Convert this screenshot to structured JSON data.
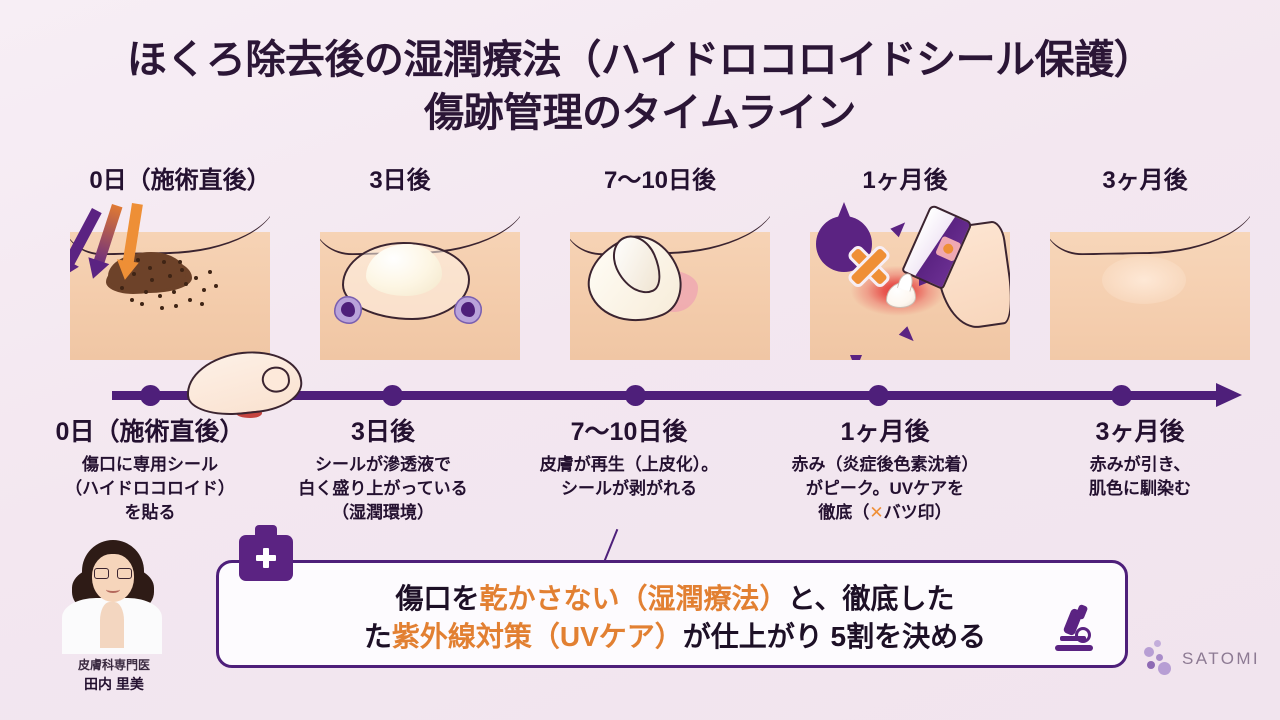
{
  "title": {
    "line1": "ほくろ除去後の湿潤療法（ハイドロコロイドシール保護）",
    "line2": "傷跡管理のタイムライン"
  },
  "colors": {
    "background": "#f3e7f0",
    "primary_purple": "#4e1f7a",
    "accent_orange": "#ef8f36",
    "text_dark": "#241130",
    "skin": "#f3cbaa",
    "redness": "#e23b3b"
  },
  "stages": [
    {
      "heading": "0日（施術直後）",
      "caption_title": "0日（施術直後）",
      "caption_body_lines": [
        "傷口に専用シール",
        "（ハイドロコロイド）",
        "を貼る"
      ],
      "illustration": "mole-with-arrows"
    },
    {
      "heading": "3日後",
      "caption_title": "3日後",
      "caption_body_lines": [
        "シールが滲透液で",
        "白く盛り上がっている",
        "（湿潤環境）"
      ],
      "illustration": "white-swollen-seal"
    },
    {
      "heading": "7〜10日後",
      "caption_title": "7〜10日後",
      "caption_body_lines": [
        "皮膚が再生（上皮化）。",
        "シールが剥がれる"
      ],
      "illustration": "peeling-seal"
    },
    {
      "heading": "1ヶ月後",
      "caption_title": "1ヶ月後",
      "caption_body_lines": [
        "赤み（炎症後色素沈着）",
        "がピーク。UVケアを",
        "徹底（✕バツ印）"
      ],
      "illustration": "sun-blocked-sunscreen"
    },
    {
      "heading": "3ヶ月後",
      "caption_title": "3ヶ月後",
      "caption_body_lines": [
        "赤みが引き、",
        "肌色に馴染む"
      ],
      "illustration": "healed-skin"
    }
  ],
  "callout": {
    "line1_parts": [
      {
        "text": "傷口を",
        "highlight": false
      },
      {
        "text": "乾かさない（湿潤療法）",
        "highlight": true
      },
      {
        "text": "と、徹底した",
        "highlight": false
      }
    ],
    "line2_parts": [
      {
        "text": "た",
        "highlight": false
      },
      {
        "text": "紫外線対策（UVケア）",
        "highlight": true
      },
      {
        "text": "が仕上がり 5割を決める",
        "highlight": false
      }
    ],
    "icon_left": "first-aid-kit-icon",
    "icon_right": "microscope-icon"
  },
  "doctor": {
    "role": "皮膚科専門医",
    "name": "田内 里美"
  },
  "logo": {
    "text": "SATOMI"
  }
}
